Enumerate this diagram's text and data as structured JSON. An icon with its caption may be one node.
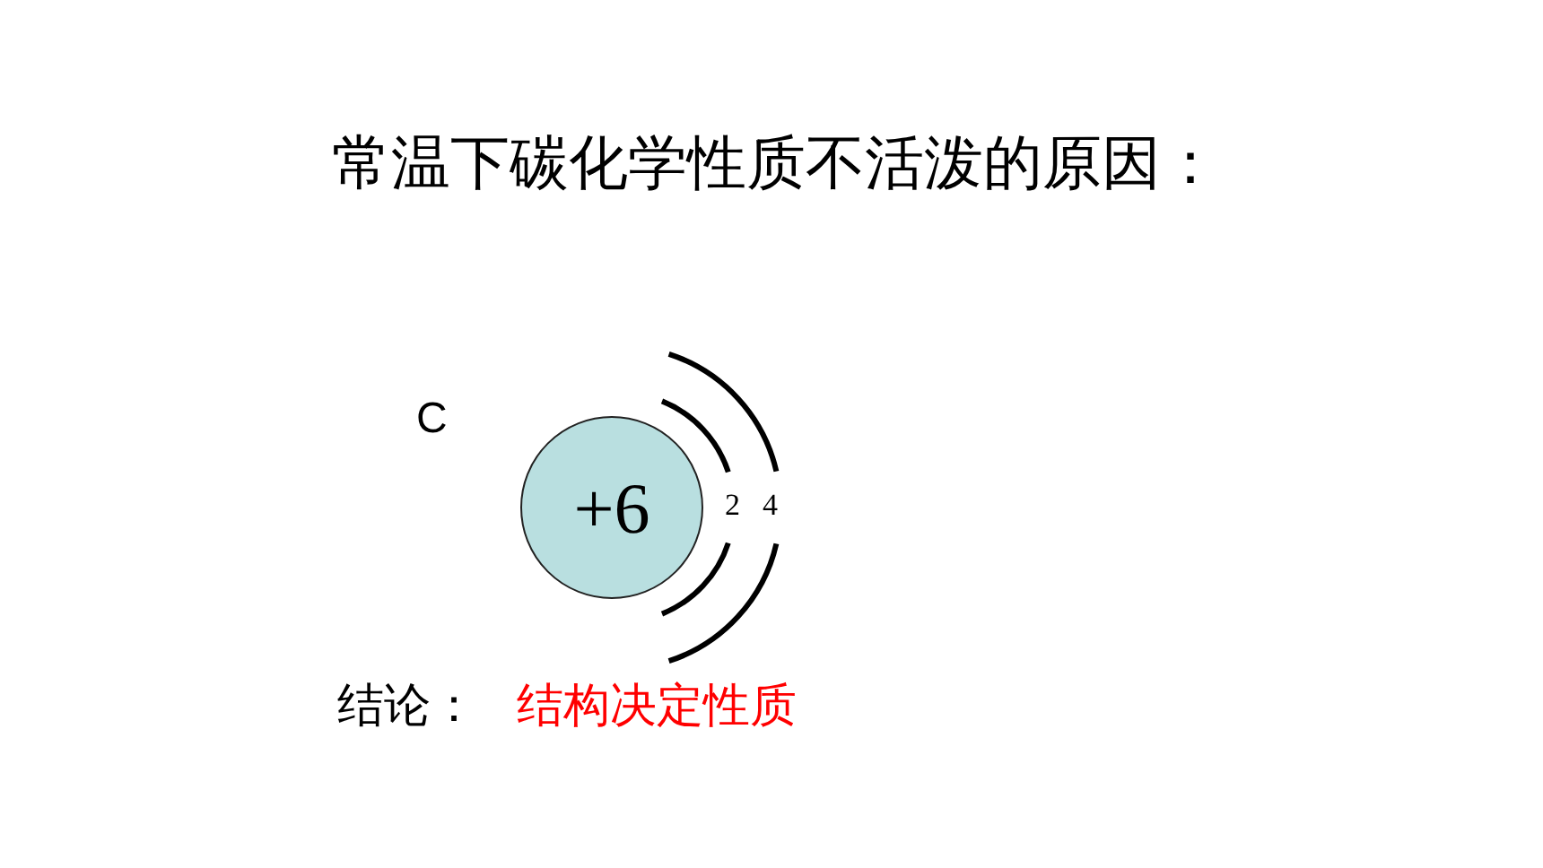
{
  "diagram": {
    "title": "常温下碳化学性质不活泼的原因：",
    "nodes": [
      {
        "text": [
          "+6"
        ]
      }
    ],
    "labels": [
      "C",
      "2",
      "4",
      "结论：",
      "结构决定性质"
    ]
  }
}
